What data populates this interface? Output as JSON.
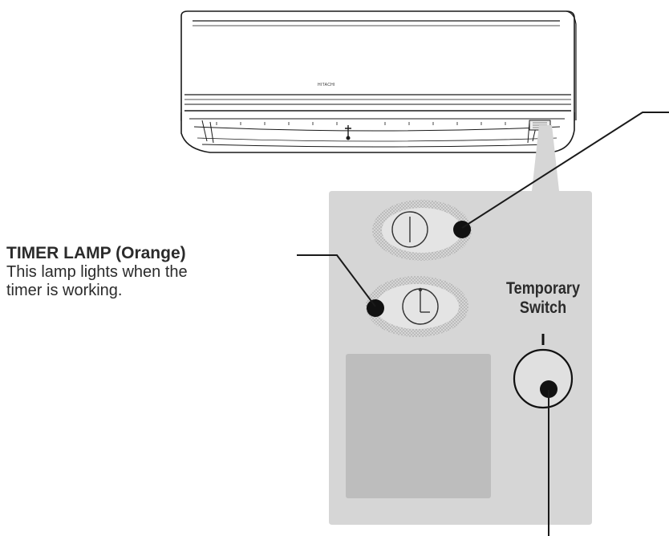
{
  "unit": {
    "brand_text": "HITACHI"
  },
  "timer_lamp": {
    "title": "TIMER LAMP  (Orange)",
    "description_line1": "This lamp lights when the",
    "description_line2": "timer is working."
  },
  "temporary_switch": {
    "label_line1": "Temporary",
    "label_line2": "Switch"
  },
  "colors": {
    "panel": "#d6d6d6",
    "panel_inner": "#bdbdbd",
    "glow": "#c8c8c8",
    "line": "#1a1a1a",
    "text": "#2b2b2b"
  },
  "icons": {
    "operation_lamp": "power-icon",
    "timer_lamp": "clock-icon"
  }
}
